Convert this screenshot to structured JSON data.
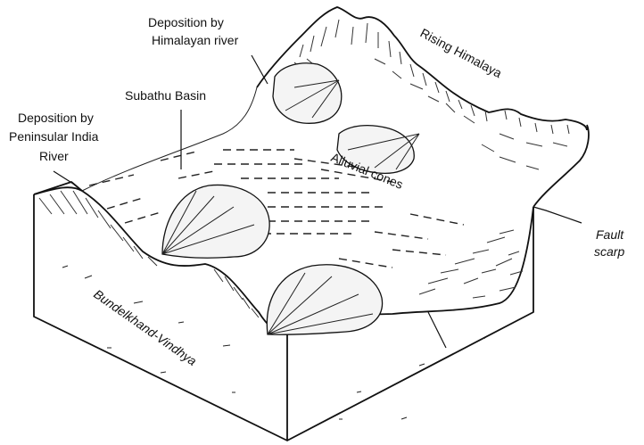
{
  "labels": {
    "himalayan_deposition": [
      "Deposition by",
      "Himalayan river"
    ],
    "rising_himalaya": "Rising Himalaya",
    "subathu_basin": "Subathu Basin",
    "peninsular_deposition": [
      "Deposition by",
      "Peninsular India",
      "River"
    ],
    "alluvial_cones": "Alluvial cones",
    "fault_scarp": [
      "Fault",
      "scarp"
    ],
    "bundelkhand_vindhya": "Bundelkhand-Vindhya"
  }
}
